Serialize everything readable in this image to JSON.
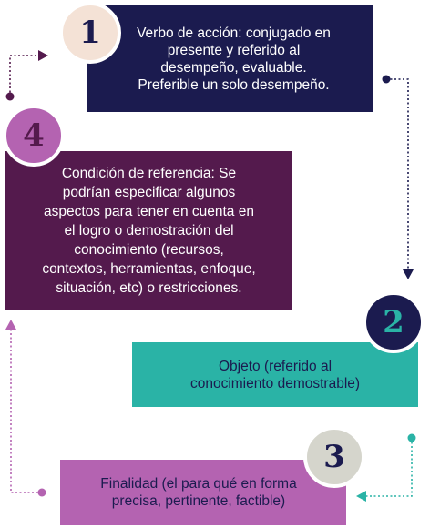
{
  "colors": {
    "navy": "#1b1b4f",
    "plum": "#541a4d",
    "teal": "#2ab3a6",
    "orchid": "#b463b1",
    "peach": "#f4e2d6",
    "gray": "#d5d5cc"
  },
  "steps": [
    {
      "number": "1",
      "lines": [
        "Verbo de acción: conjugado en",
        "presente y referido al",
        "desempeño, evaluable.",
        "Preferible un solo desempeño."
      ]
    },
    {
      "number": "2",
      "lines": [
        "Objeto (referido al",
        "conocimiento demostrable)"
      ]
    },
    {
      "number": "3",
      "lines": [
        "Finalidad (el para qué en forma",
        "precisa, pertinente, factible)"
      ]
    },
    {
      "number": "4",
      "lines": [
        "Condición de referencia: Se",
        "podrían especificar algunos",
        "aspectos para tener en cuenta en",
        "el logro o demostración del",
        "conocimiento (recursos,",
        "contextos, herramientas, enfoque,",
        "situación, etc) o restricciones."
      ]
    }
  ]
}
